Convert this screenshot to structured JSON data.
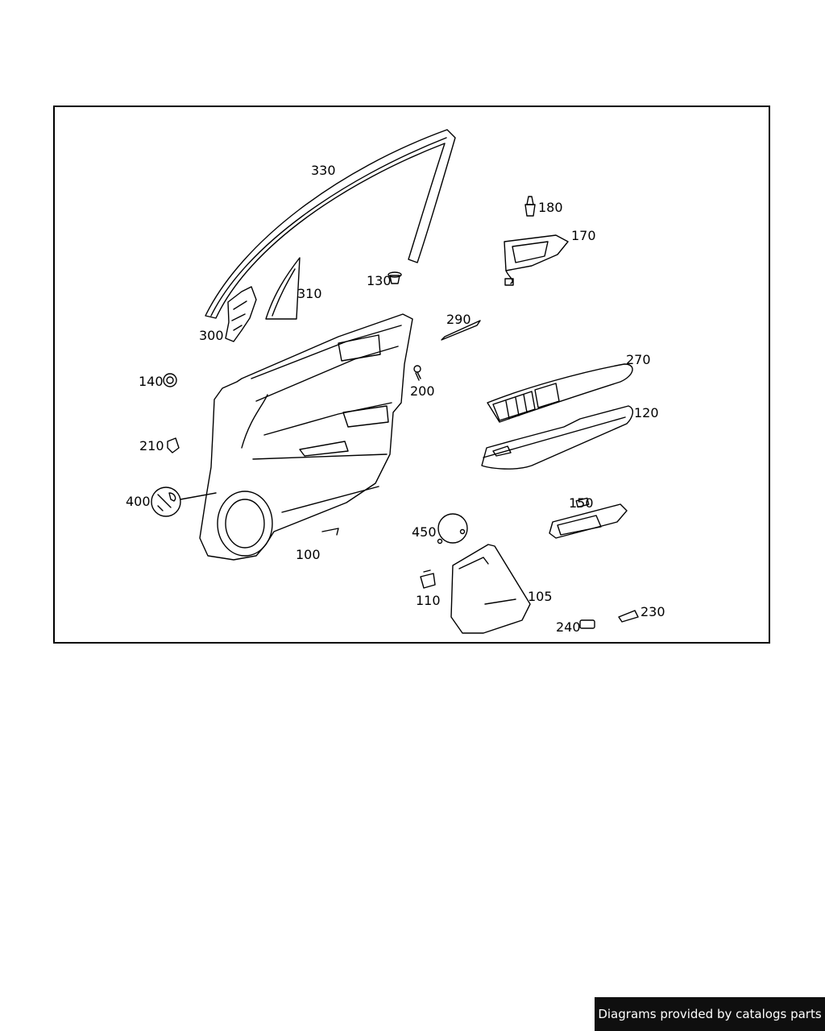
{
  "diagram": {
    "callouts": {
      "p330": "330",
      "p180": "180",
      "p170": "170",
      "p130": "130",
      "p310": "310",
      "p290": "290",
      "p300": "300",
      "p270": "270",
      "p140": "140",
      "p200": "200",
      "p120": "120",
      "p210": "210",
      "p400": "400",
      "p150": "150",
      "p450": "450",
      "p100": "100",
      "p110": "110",
      "p105": "105",
      "p230": "230",
      "p240": "240"
    }
  },
  "footer": {
    "credit": "Diagrams provided by catalogs parts"
  },
  "colors": {
    "line": "#000000",
    "banner_bg": "#0f0f0f",
    "banner_text": "#ffffff"
  }
}
